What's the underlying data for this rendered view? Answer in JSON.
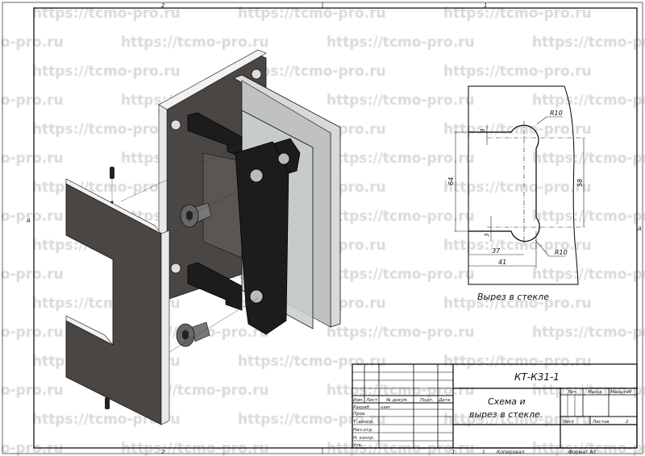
{
  "watermark": "https://tcmo-pro.ru",
  "zones": {
    "top_left": "2",
    "top_right": "1",
    "bottom_left": "2",
    "bottom_right": "1",
    "side_left": "A",
    "side_right": "A"
  },
  "cutout": {
    "caption": "Вырез в стекле",
    "dims": {
      "height_64": "64",
      "height_58": "58",
      "width_37": "37",
      "width_41": "41",
      "offset_top": "3",
      "offset_bottom": "3",
      "radius_top": "R10",
      "radius_bottom": "R10"
    }
  },
  "title_block": {
    "designation": "КТ-К31-1",
    "name_line1": "Схема и",
    "name_line2": "вырез в стекле.",
    "headers": {
      "izm": "Изм.",
      "list": "Лист",
      "doc": "№ докум.",
      "sign": "Подп.",
      "date": "Дата"
    },
    "roles": [
      "Разраб.",
      "Пров.",
      "Т. контр.",
      "Нач.отд.",
      "Н. контр.",
      "Утв."
    ],
    "developer": "user",
    "lit": "Лит.",
    "mass": "Масса",
    "scale": "Масштаб",
    "sheet": "Лист",
    "sheets": "Листов",
    "sheets_count": "2",
    "copied": "Копировал",
    "copied_num": "1",
    "format": "Формат А3"
  },
  "colors": {
    "plate": "#4a4644",
    "bracket": "#1c1c1c",
    "edge": "#f2f2f2",
    "glass": "#c9cdcc"
  }
}
